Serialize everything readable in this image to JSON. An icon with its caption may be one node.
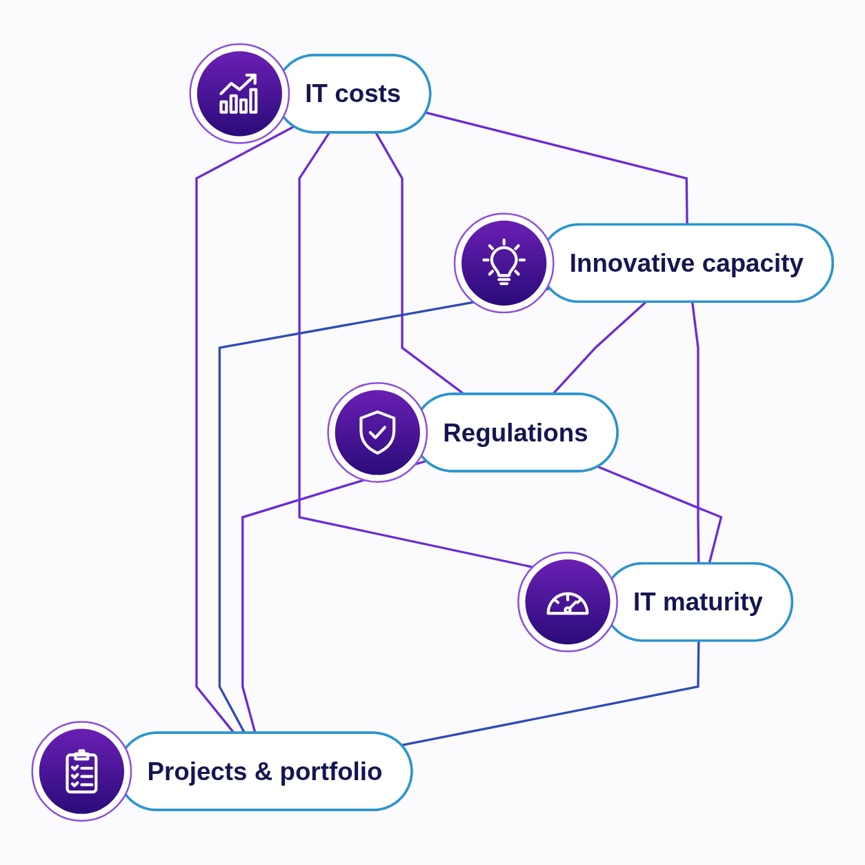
{
  "diagram": {
    "nodes": [
      {
        "text": [
          "IT costs"
        ]
      },
      {
        "text": [
          "Innovative capacity"
        ]
      },
      {
        "text": [
          "Regulations"
        ]
      },
      {
        "text": [
          "IT maturity"
        ]
      },
      {
        "text": [
          "Projects & portfolio"
        ]
      }
    ],
    "edges": [
      {
        "from": 0,
        "to": 1,
        "arrow": "none"
      },
      {
        "from": 0,
        "to": 2,
        "arrow": "none"
      },
      {
        "from": 0,
        "to": 3,
        "arrow": "none"
      },
      {
        "from": 0,
        "to": 4,
        "arrow": "none"
      },
      {
        "from": 1,
        "to": 2,
        "arrow": "none"
      },
      {
        "from": 1,
        "to": 3,
        "arrow": "none"
      },
      {
        "from": 1,
        "to": 4,
        "arrow": "none",
        "color": "#2d4bb8"
      },
      {
        "from": 2,
        "to": 3,
        "arrow": "none"
      },
      {
        "from": 2,
        "to": 4,
        "arrow": "none"
      },
      {
        "from": 3,
        "to": 4,
        "arrow": "none",
        "color": "#2d4bb8"
      }
    ]
  }
}
